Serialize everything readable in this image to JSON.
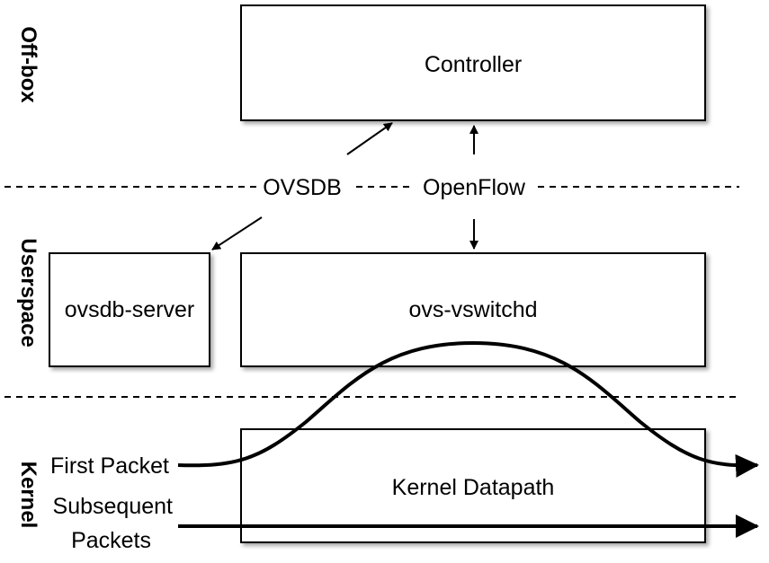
{
  "zones": {
    "offbox": "Off-box",
    "userspace": "Userspace",
    "kernel": "Kernel"
  },
  "boxes": {
    "controller": "Controller",
    "ovsdb_server": "ovsdb-server",
    "vswitchd": "ovs-vswitchd",
    "datapath": "Kernel Datapath"
  },
  "protocols": {
    "ovsdb": "OVSDB",
    "openflow": "OpenFlow"
  },
  "flows": {
    "first_packet": "First Packet",
    "subsequent_line1": "Subsequent",
    "subsequent_line2": "Packets"
  }
}
